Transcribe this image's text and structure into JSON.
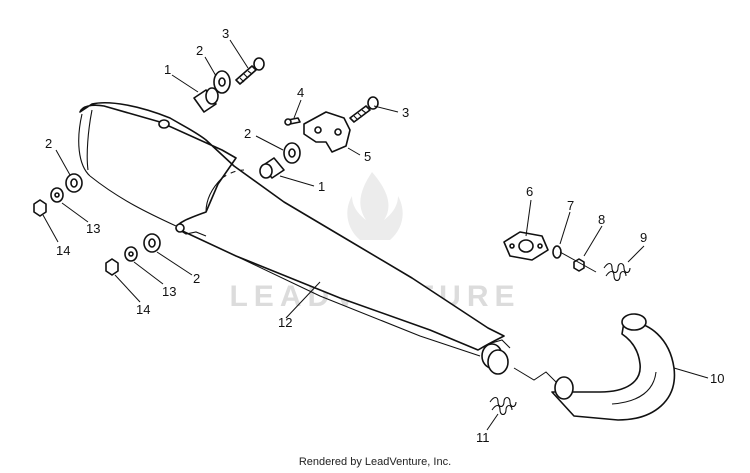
{
  "diagram": {
    "watermark": "LEADVENTURE",
    "credit": "Rendered by LeadVenture, Inc.",
    "callouts": {
      "c1a": "1",
      "c2a": "2",
      "c3a": "3",
      "c4": "4",
      "c3b": "3",
      "c2b": "2",
      "c5": "5",
      "c1b": "1",
      "c2c": "2",
      "c13a": "13",
      "c14a": "14",
      "c2d": "2",
      "c13b": "13",
      "c14b": "14",
      "c6": "6",
      "c7": "7",
      "c8": "8",
      "c9": "9",
      "c10": "10",
      "c11": "11",
      "c12": "12"
    }
  }
}
